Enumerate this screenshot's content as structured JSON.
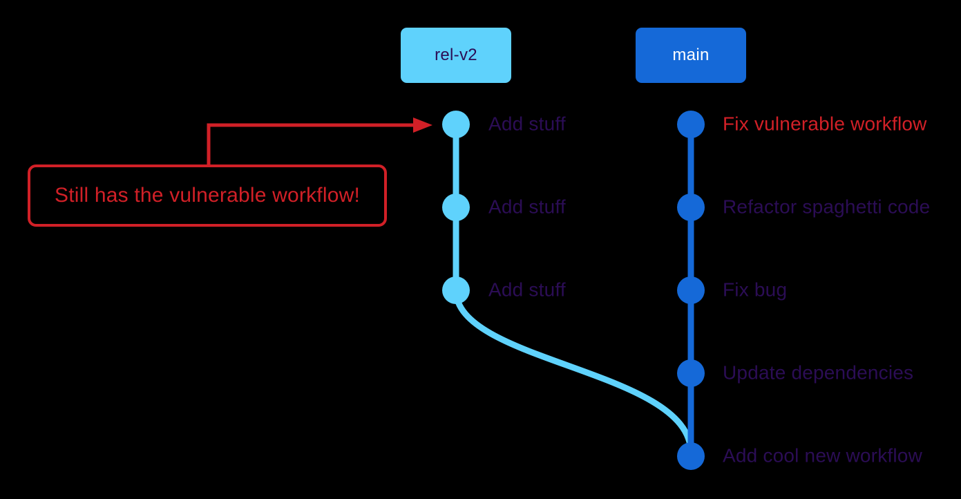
{
  "diagram": {
    "type": "git-branch-diagram",
    "background": "#000000",
    "colors": {
      "rel_v2_branch": "#5fd2fc",
      "main_branch": "#1569d8",
      "alert_red": "#d12027",
      "label_purple": "#2b0d55",
      "main_label_text": "#ffffff"
    },
    "branches": [
      {
        "label": "rel-v2",
        "commits": [
          {
            "message": "Add stuff"
          },
          {
            "message": "Add stuff"
          },
          {
            "message": "Add stuff"
          }
        ]
      },
      {
        "label": "main",
        "commits": [
          {
            "message": "Fix vulnerable workflow"
          },
          {
            "message": "Refactor spaghetti code"
          },
          {
            "message": "Fix bug"
          },
          {
            "message": "Update dependencies"
          },
          {
            "message": "Add cool new workflow"
          }
        ]
      }
    ],
    "annotation": {
      "text": "Still has the vulnerable workflow!",
      "points_to": "first commit of rel-v2"
    }
  }
}
